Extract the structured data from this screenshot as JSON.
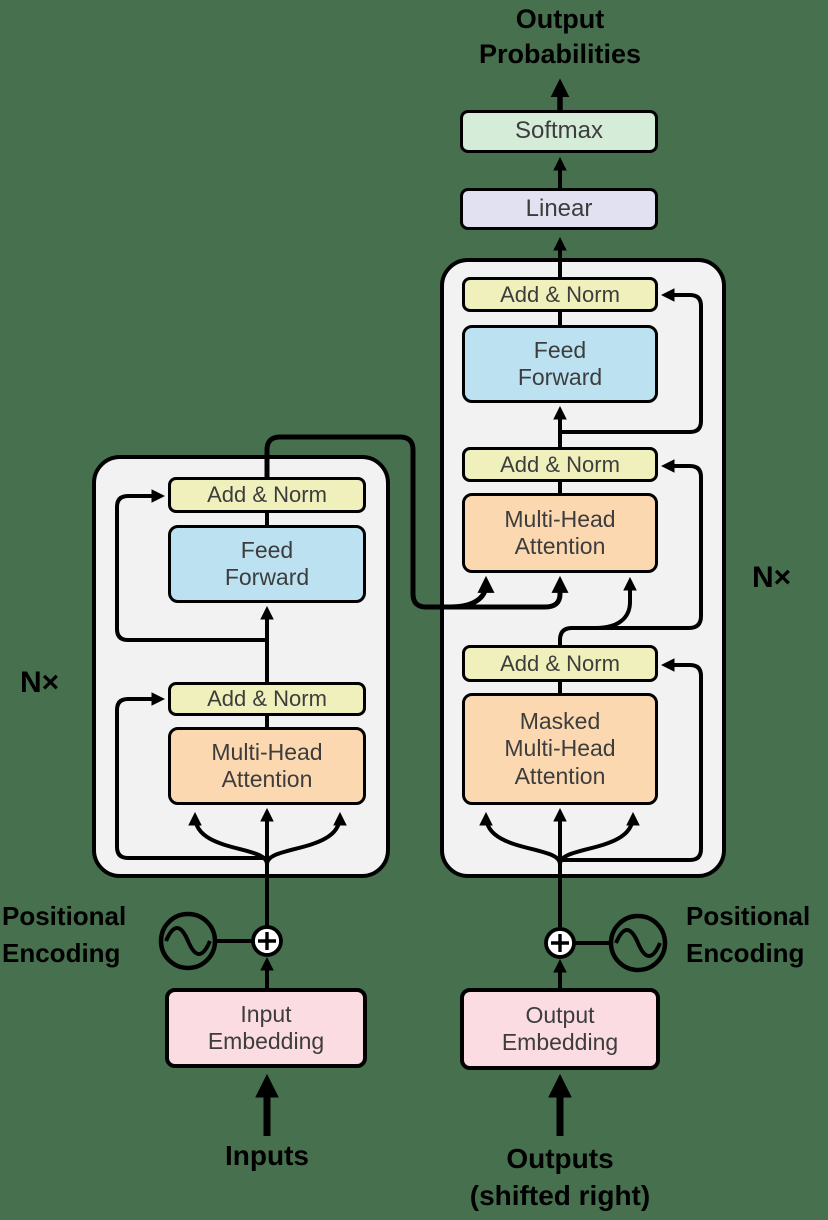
{
  "palette": {
    "background": "#47704e",
    "container_fill": "#f2f2f2",
    "softmax_fill": "#d5ecd9",
    "linear_fill": "#e2e1f1",
    "add_norm_fill": "#f0f0bc",
    "feed_forward_fill": "#bce2f2",
    "attention_fill": "#fcd8b0",
    "embedding_fill": "#fbdce2",
    "line_color": "#000000",
    "box_text_color": "#3d3d3d",
    "label_text_color": "#000000"
  },
  "labels": {
    "output_probabilities": "Output\nProbabilities",
    "softmax": "Softmax",
    "linear": "Linear",
    "add_norm": "Add & Norm",
    "feed_forward": "Feed\nForward",
    "multi_head_attention": "Multi-Head\nAttention",
    "masked_multi_head_attention": "Masked\nMulti-Head\nAttention",
    "input_embedding": "Input\nEmbedding",
    "output_embedding": "Output\nEmbedding",
    "inputs": "Inputs",
    "outputs_shifted": "Outputs\n(shifted right)",
    "positional_encoding": "Positional\nEncoding",
    "n_times": "N×"
  },
  "icons": {
    "positional_encoding_icon": "sine-wave-in-circle",
    "add_icon": "plus-in-circle"
  }
}
